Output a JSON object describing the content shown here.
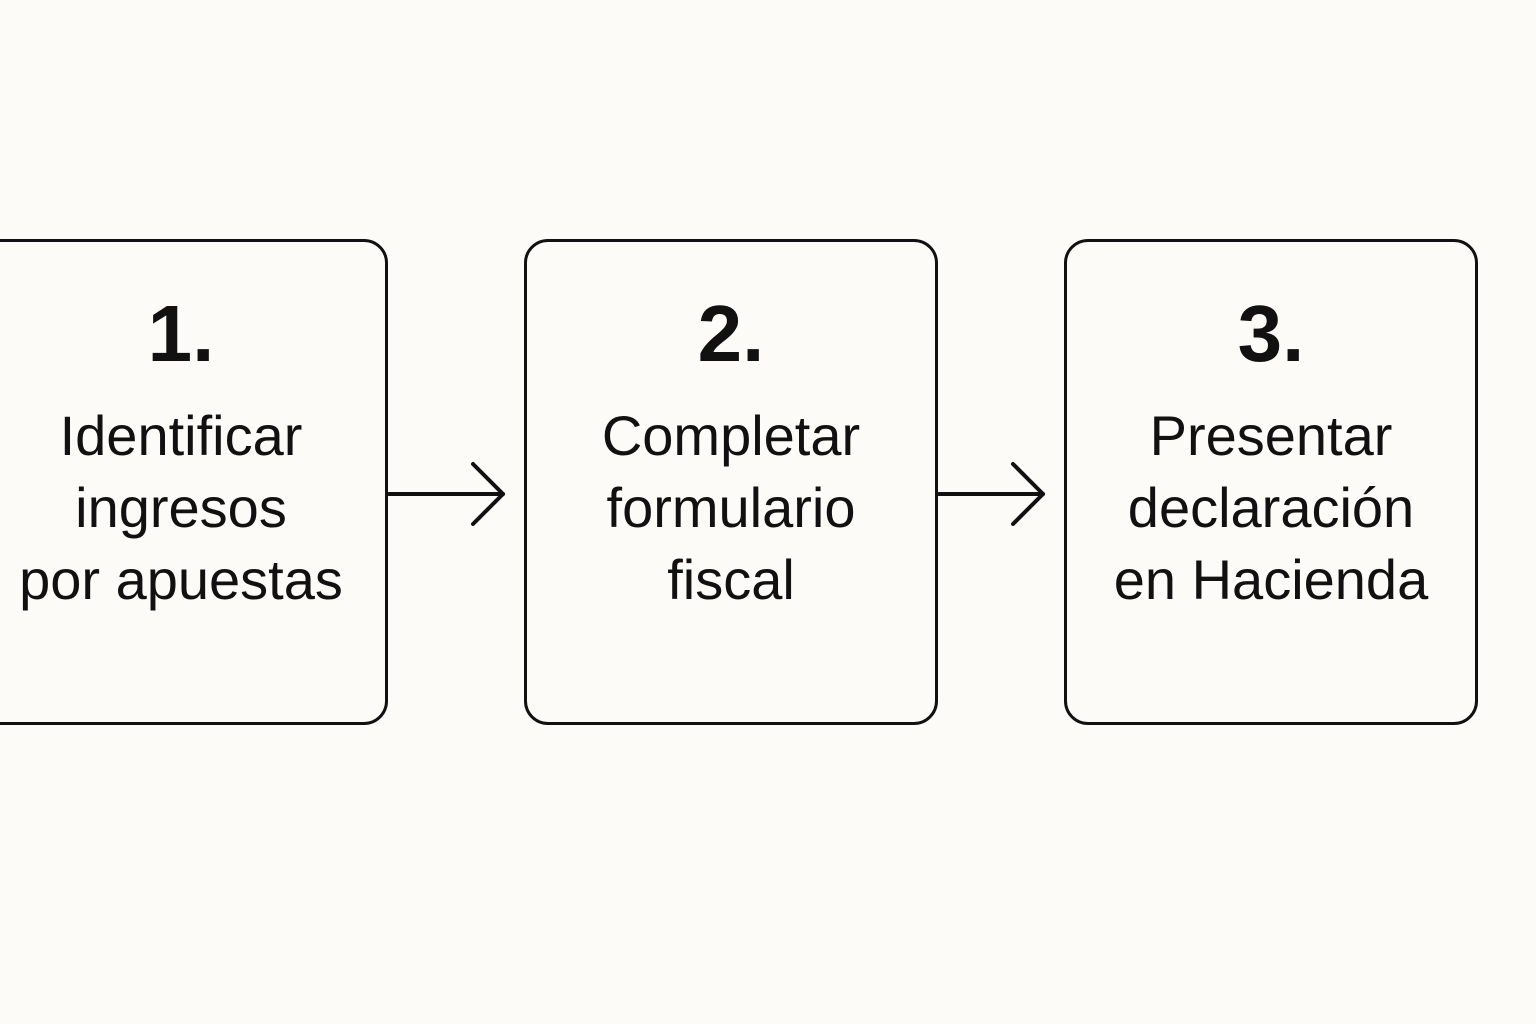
{
  "diagram": {
    "steps": [
      {
        "number": "1.",
        "label": "Identificar\ningresos\npor apuestas"
      },
      {
        "number": "2.",
        "label": "Completar\nformulario\nfiscal"
      },
      {
        "number": "3.",
        "label": "Presentar\ndeclaración\nen Hacienda"
      }
    ],
    "colors": {
      "background": "#fcfbf7",
      "stroke": "#111111",
      "text": "#111111"
    },
    "connector_icon": "right-arrow-icon"
  }
}
